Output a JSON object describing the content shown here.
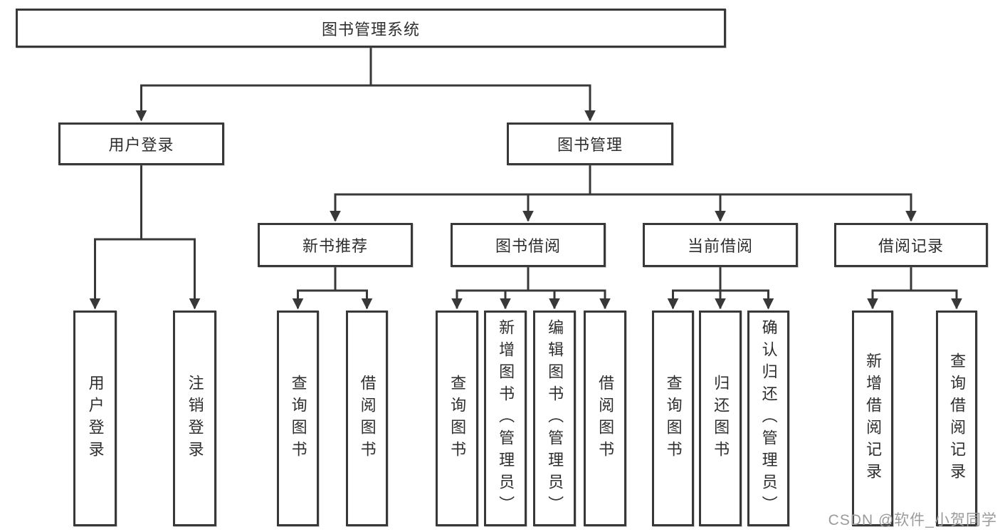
{
  "tree": {
    "label": "图书管理系统",
    "children": [
      {
        "label": "用户登录",
        "children": [
          {
            "label": "用户登录"
          },
          {
            "label": "注销登录"
          }
        ]
      },
      {
        "label": "图书管理",
        "children": [
          {
            "label": "新书推荐",
            "children": [
              {
                "label": "查询图书"
              },
              {
                "label": "借阅图书"
              }
            ]
          },
          {
            "label": "图书借阅",
            "children": [
              {
                "label": "查询图书"
              },
              {
                "label": "新增图书（管理员）"
              },
              {
                "label": "编辑图书（管理员）"
              },
              {
                "label": "借阅图书"
              }
            ]
          },
          {
            "label": "当前借阅",
            "children": [
              {
                "label": "查询图书"
              },
              {
                "label": "归还图书"
              },
              {
                "label": "确认归还（管理员）"
              }
            ]
          },
          {
            "label": "借阅记录",
            "children": [
              {
                "label": "新增借阅记录"
              },
              {
                "label": "查询借阅记录"
              }
            ]
          }
        ]
      }
    ]
  },
  "watermark": {
    "text": "CSDN @软件_小贺同学"
  },
  "colors": {
    "line": "#383838",
    "box_border": "#383838",
    "text": "#2e2e2e",
    "watermark": "#9b9b9b",
    "background": "#ffffff"
  }
}
